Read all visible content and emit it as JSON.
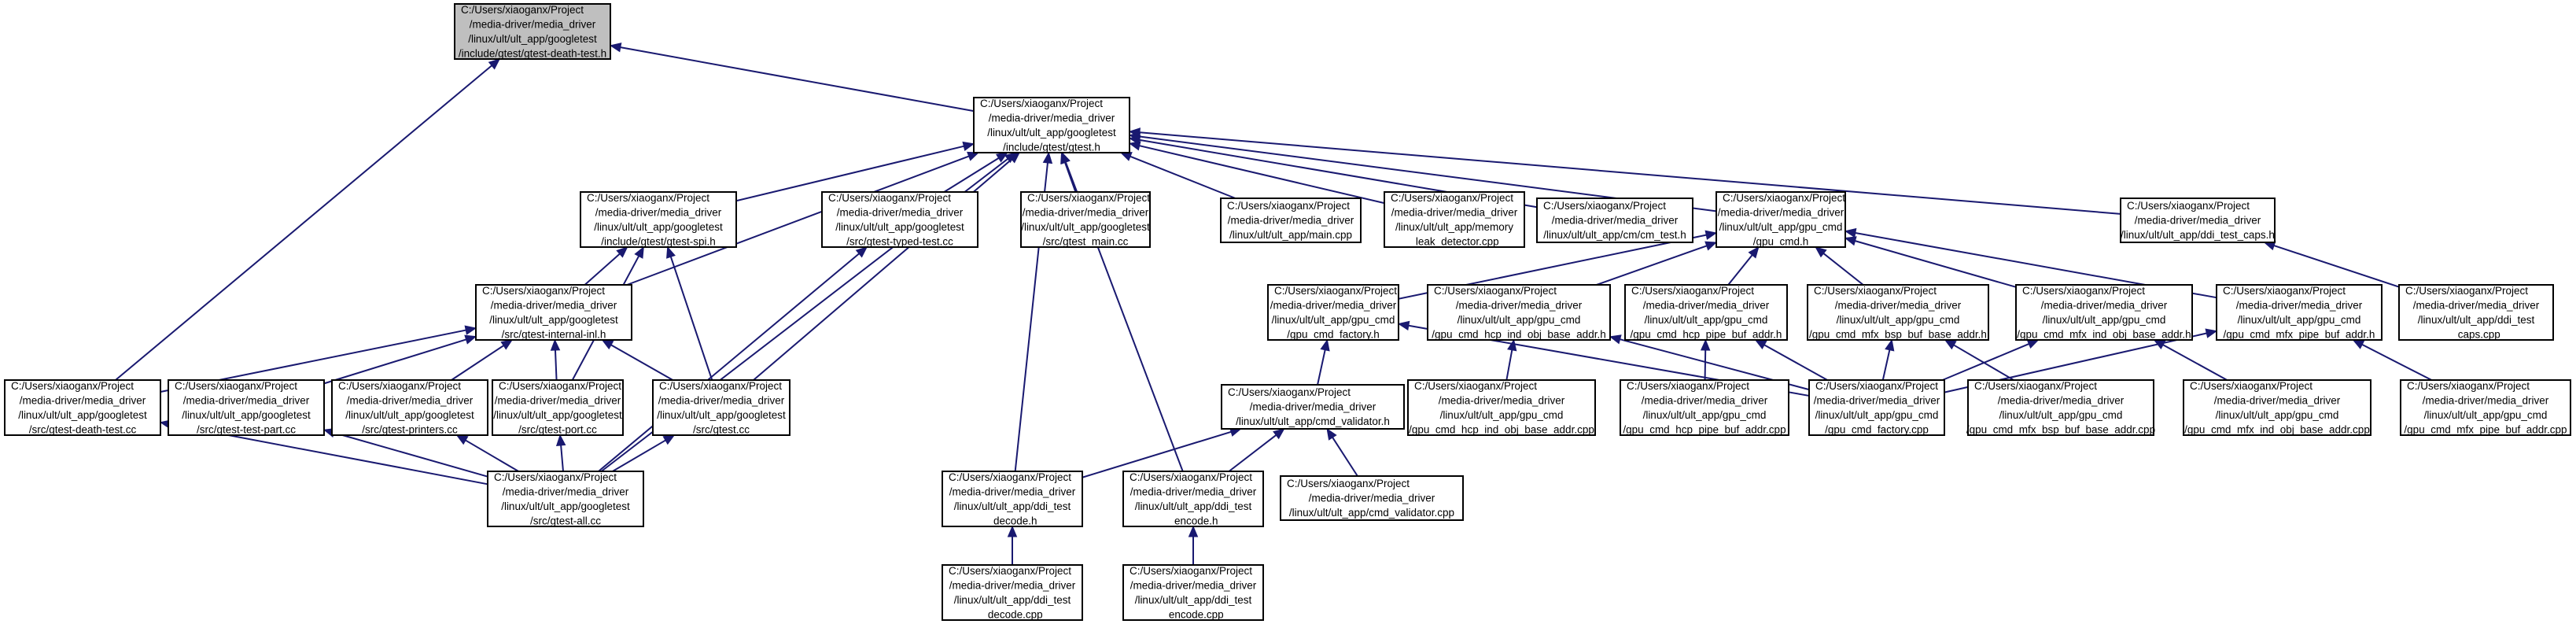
{
  "graph": {
    "nodes": {
      "death_test_h": [
        "C:/Users/xiaoganx/Project",
        "/media-driver/media_driver",
        "/linux/ult/ult_app/googletest",
        "/include/gtest/gtest-death-test.h"
      ],
      "gtest_h": [
        "C:/Users/xiaoganx/Project",
        "/media-driver/media_driver",
        "/linux/ult/ult_app/googletest",
        "/include/gtest/gtest.h"
      ],
      "gtest_spi_h": [
        "C:/Users/xiaoganx/Project",
        "/media-driver/media_driver",
        "/linux/ult/ult_app/googletest",
        "/include/gtest/gtest-spi.h"
      ],
      "typed_test_cc": [
        "C:/Users/xiaoganx/Project",
        "/media-driver/media_driver",
        "/linux/ult/ult_app/googletest",
        "/src/gtest-typed-test.cc"
      ],
      "gtest_main_cc": [
        "C:/Users/xiaoganx/Project",
        "/media-driver/media_driver",
        "/linux/ult/ult_app/googletest",
        "/src/gtest_main.cc"
      ],
      "main_cpp": [
        "C:/Users/xiaoganx/Project",
        "/media-driver/media_driver",
        "/linux/ult/ult_app/main.cpp"
      ],
      "memory_leak_cpp": [
        "C:/Users/xiaoganx/Project",
        "/media-driver/media_driver",
        "/linux/ult/ult_app/memory",
        "_leak_detector.cpp"
      ],
      "cm_test_h": [
        "C:/Users/xiaoganx/Project",
        "/media-driver/media_driver",
        "/linux/ult/ult_app/cm/cm_test.h"
      ],
      "gpu_cmd_h": [
        "C:/Users/xiaoganx/Project",
        "/media-driver/media_driver",
        "/linux/ult/ult_app/gpu_cmd",
        "/gpu_cmd.h"
      ],
      "ddi_caps_h": [
        "C:/Users/xiaoganx/Project",
        "/media-driver/media_driver",
        "/linux/ult/ult_app/ddi_test_caps.h"
      ],
      "internal_inl_h": [
        "C:/Users/xiaoganx/Project",
        "/media-driver/media_driver",
        "/linux/ult/ult_app/googletest",
        "/src/gtest-internal-inl.h"
      ],
      "death_test_cc": [
        "C:/Users/xiaoganx/Project",
        "/media-driver/media_driver",
        "/linux/ult/ult_app/googletest",
        "/src/gtest-death-test.cc"
      ],
      "test_part_cc": [
        "C:/Users/xiaoganx/Project",
        "/media-driver/media_driver",
        "/linux/ult/ult_app/googletest",
        "/src/gtest-test-part.cc"
      ],
      "printers_cc": [
        "C:/Users/xiaoganx/Project",
        "/media-driver/media_driver",
        "/linux/ult/ult_app/googletest",
        "/src/gtest-printers.cc"
      ],
      "port_cc": [
        "C:/Users/xiaoganx/Project",
        "/media-driver/media_driver",
        "/linux/ult/ult_app/googletest",
        "/src/gtest-port.cc"
      ],
      "gtest_cc": [
        "C:/Users/xiaoganx/Project",
        "/media-driver/media_driver",
        "/linux/ult/ult_app/googletest",
        "/src/gtest.cc"
      ],
      "gtest_all_cc": [
        "C:/Users/xiaoganx/Project",
        "/media-driver/media_driver",
        "/linux/ult/ult_app/googletest",
        "/src/gtest-all.cc"
      ],
      "factory_h": [
        "C:/Users/xiaoganx/Project",
        "/media-driver/media_driver",
        "/linux/ult/ult_app/gpu_cmd",
        "/gpu_cmd_factory.h"
      ],
      "hcp_ind_h": [
        "C:/Users/xiaoganx/Project",
        "/media-driver/media_driver",
        "/linux/ult/ult_app/gpu_cmd",
        "/gpu_cmd_hcp_ind_obj_base_addr.h"
      ],
      "hcp_pipe_h": [
        "C:/Users/xiaoganx/Project",
        "/media-driver/media_driver",
        "/linux/ult/ult_app/gpu_cmd",
        "/gpu_cmd_hcp_pipe_buf_addr.h"
      ],
      "mfx_bsp_h": [
        "C:/Users/xiaoganx/Project",
        "/media-driver/media_driver",
        "/linux/ult/ult_app/gpu_cmd",
        "/gpu_cmd_mfx_bsp_buf_base_addr.h"
      ],
      "mfx_ind_h": [
        "C:/Users/xiaoganx/Project",
        "/media-driver/media_driver",
        "/linux/ult/ult_app/gpu_cmd",
        "/gpu_cmd_mfx_ind_obj_base_addr.h"
      ],
      "mfx_pipe_h": [
        "C:/Users/xiaoganx/Project",
        "/media-driver/media_driver",
        "/linux/ult/ult_app/gpu_cmd",
        "/gpu_cmd_mfx_pipe_buf_addr.h"
      ],
      "ddi_caps_cpp": [
        "C:/Users/xiaoganx/Project",
        "/media-driver/media_driver",
        "/linux/ult/ult_app/ddi_test",
        "_caps.cpp"
      ],
      "cmd_validator_h": [
        "C:/Users/xiaoganx/Project",
        "/media-driver/media_driver",
        "/linux/ult/ult_app/cmd_validator.h"
      ],
      "hcp_ind_cpp": [
        "C:/Users/xiaoganx/Project",
        "/media-driver/media_driver",
        "/linux/ult/ult_app/gpu_cmd",
        "/gpu_cmd_hcp_ind_obj_base_addr.cpp"
      ],
      "hcp_pipe_cpp": [
        "C:/Users/xiaoganx/Project",
        "/media-driver/media_driver",
        "/linux/ult/ult_app/gpu_cmd",
        "/gpu_cmd_hcp_pipe_buf_addr.cpp"
      ],
      "factory_cpp": [
        "C:/Users/xiaoganx/Project",
        "/media-driver/media_driver",
        "/linux/ult/ult_app/gpu_cmd",
        "/gpu_cmd_factory.cpp"
      ],
      "mfx_bsp_cpp": [
        "C:/Users/xiaoganx/Project",
        "/media-driver/media_driver",
        "/linux/ult/ult_app/gpu_cmd",
        "/gpu_cmd_mfx_bsp_buf_base_addr.cpp"
      ],
      "mfx_ind_cpp": [
        "C:/Users/xiaoganx/Project",
        "/media-driver/media_driver",
        "/linux/ult/ult_app/gpu_cmd",
        "/gpu_cmd_mfx_ind_obj_base_addr.cpp"
      ],
      "mfx_pipe_cpp": [
        "C:/Users/xiaoganx/Project",
        "/media-driver/media_driver",
        "/linux/ult/ult_app/gpu_cmd",
        "/gpu_cmd_mfx_pipe_buf_addr.cpp"
      ],
      "decode_h": [
        "C:/Users/xiaoganx/Project",
        "/media-driver/media_driver",
        "/linux/ult/ult_app/ddi_test",
        "_decode.h"
      ],
      "encode_h": [
        "C:/Users/xiaoganx/Project",
        "/media-driver/media_driver",
        "/linux/ult/ult_app/ddi_test",
        "_encode.h"
      ],
      "cmd_validator_cpp": [
        "C:/Users/xiaoganx/Project",
        "/media-driver/media_driver",
        "/linux/ult/ult_app/cmd_validator.cpp"
      ],
      "decode_cpp": [
        "C:/Users/xiaoganx/Project",
        "/media-driver/media_driver",
        "/linux/ult/ult_app/ddi_test",
        "_decode.cpp"
      ],
      "encode_cpp": [
        "C:/Users/xiaoganx/Project",
        "/media-driver/media_driver",
        "/linux/ult/ult_app/ddi_test",
        "_encode.cpp"
      ]
    },
    "edges": [
      [
        "gtest_h",
        "death_test_h"
      ],
      [
        "death_test_cc",
        "death_test_h"
      ],
      [
        "gtest_spi_h",
        "gtest_h"
      ],
      [
        "typed_test_cc",
        "gtest_h"
      ],
      [
        "gtest_main_cc",
        "gtest_h"
      ],
      [
        "main_cpp",
        "gtest_h"
      ],
      [
        "memory_leak_cpp",
        "gtest_h"
      ],
      [
        "cm_test_h",
        "gtest_h"
      ],
      [
        "gpu_cmd_h",
        "gtest_h"
      ],
      [
        "ddi_caps_h",
        "gtest_h"
      ],
      [
        "internal_inl_h",
        "gtest_h"
      ],
      [
        "gtest_cc",
        "gtest_h"
      ],
      [
        "gtest_all_cc",
        "gtest_h"
      ],
      [
        "decode_h",
        "gtest_h"
      ],
      [
        "encode_h",
        "gtest_h"
      ],
      [
        "internal_inl_h",
        "gtest_spi_h"
      ],
      [
        "port_cc",
        "gtest_spi_h"
      ],
      [
        "gtest_cc",
        "gtest_spi_h"
      ],
      [
        "death_test_cc",
        "internal_inl_h"
      ],
      [
        "test_part_cc",
        "internal_inl_h"
      ],
      [
        "printers_cc",
        "internal_inl_h"
      ],
      [
        "port_cc",
        "internal_inl_h"
      ],
      [
        "gtest_cc",
        "internal_inl_h"
      ],
      [
        "gtest_all_cc",
        "death_test_cc"
      ],
      [
        "gtest_all_cc",
        "test_part_cc"
      ],
      [
        "gtest_all_cc",
        "printers_cc"
      ],
      [
        "gtest_all_cc",
        "port_cc"
      ],
      [
        "gtest_all_cc",
        "gtest_cc"
      ],
      [
        "gtest_all_cc",
        "typed_test_cc"
      ],
      [
        "factory_h",
        "gpu_cmd_h"
      ],
      [
        "hcp_ind_h",
        "gpu_cmd_h"
      ],
      [
        "hcp_pipe_h",
        "gpu_cmd_h"
      ],
      [
        "mfx_bsp_h",
        "gpu_cmd_h"
      ],
      [
        "mfx_ind_h",
        "gpu_cmd_h"
      ],
      [
        "mfx_pipe_h",
        "gpu_cmd_h"
      ],
      [
        "ddi_caps_cpp",
        "ddi_caps_h"
      ],
      [
        "cmd_validator_h",
        "factory_h"
      ],
      [
        "factory_cpp",
        "factory_h"
      ],
      [
        "factory_cpp",
        "hcp_ind_h"
      ],
      [
        "factory_cpp",
        "hcp_pipe_h"
      ],
      [
        "factory_cpp",
        "mfx_bsp_h"
      ],
      [
        "factory_cpp",
        "mfx_ind_h"
      ],
      [
        "factory_cpp",
        "mfx_pipe_h"
      ],
      [
        "hcp_ind_cpp",
        "hcp_ind_h"
      ],
      [
        "hcp_pipe_cpp",
        "hcp_pipe_h"
      ],
      [
        "mfx_bsp_cpp",
        "mfx_bsp_h"
      ],
      [
        "mfx_ind_cpp",
        "mfx_ind_h"
      ],
      [
        "mfx_pipe_cpp",
        "mfx_pipe_h"
      ],
      [
        "decode_h",
        "cmd_validator_h"
      ],
      [
        "encode_h",
        "cmd_validator_h"
      ],
      [
        "cmd_validator_cpp",
        "cmd_validator_h"
      ],
      [
        "decode_cpp",
        "decode_h"
      ],
      [
        "encode_cpp",
        "encode_h"
      ]
    ]
  }
}
